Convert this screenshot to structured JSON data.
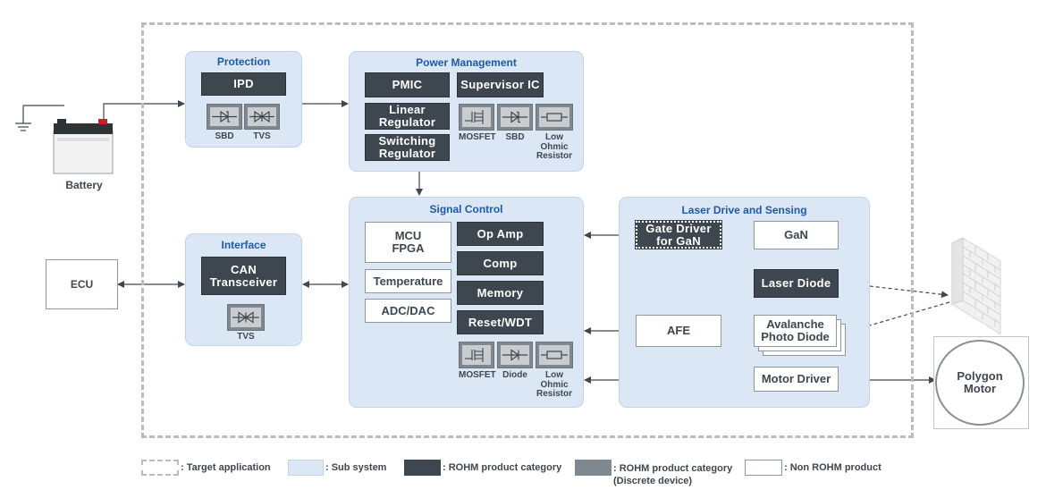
{
  "external": {
    "battery": "Battery",
    "ecu": "ECU",
    "polygon_motor": "Polygon\nMotor"
  },
  "protection": {
    "title": "Protection",
    "ipd": "IPD",
    "discretes": [
      "SBD",
      "TVS"
    ]
  },
  "power_management": {
    "title": "Power Management",
    "pmic": "PMIC",
    "supervisor": "Supervisor IC",
    "linear": "Linear\nRegulator",
    "switching": "Switching\nRegulator",
    "discretes": [
      "MOSFET",
      "SBD",
      "Low\nOhmic\nResistor"
    ]
  },
  "interface": {
    "title": "Interface",
    "can": "CAN\nTransceiver",
    "discretes": [
      "TVS"
    ]
  },
  "signal_control": {
    "title": "Signal Control",
    "mcu": "MCU\nFPGA",
    "temperature": "Temperature",
    "adc": "ADC/DAC",
    "opamp": "Op Amp",
    "comp": "Comp",
    "memory": "Memory",
    "reset": "Reset/WDT",
    "discretes": [
      "MOSFET",
      "Diode",
      "Low\nOhmic\nResistor"
    ]
  },
  "laser": {
    "title": "Laser Drive and Sensing",
    "gate_driver": "Gate Driver\nfor GaN",
    "gan": "GaN",
    "laser_diode": "Laser Diode",
    "afe": "AFE",
    "apd": "Avalanche\nPhoto Diode",
    "motor_driver": "Motor Driver"
  },
  "legend": {
    "target": ": Target application",
    "sub": ": Sub system",
    "rohm": ": ROHM product category",
    "rohm_discrete": ": ROHM product category\n(Discrete device)",
    "non_rohm": ": Non ROHM product"
  },
  "colors": {
    "subsystem_bg": "#dbe7f5",
    "rohm_dark": "#3e474f",
    "rohm_discrete": "#80888f",
    "title_blue": "#1f5aa6",
    "target_border": "#b9bcc0"
  }
}
